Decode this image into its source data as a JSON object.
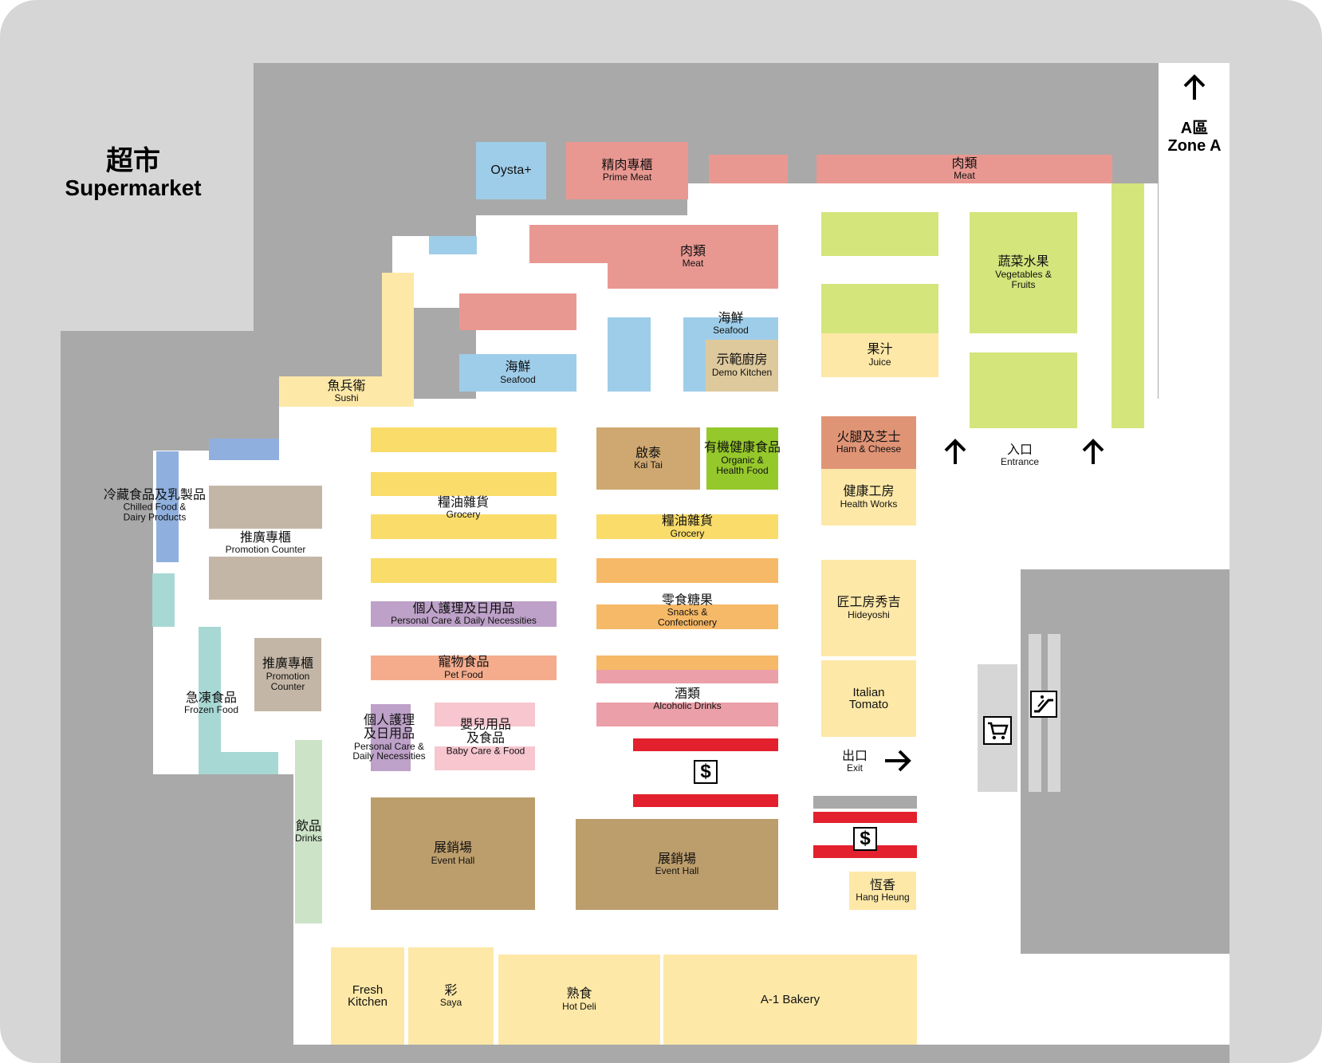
{
  "title": {
    "zh": "超市",
    "en": "Supermarket"
  },
  "zone_a": {
    "zh": "A區",
    "en": "Zone A"
  },
  "colors": {
    "outer": "#d6d6d6",
    "building": "#a9a9a9",
    "floor": "#ffffff",
    "meat": "#e99891",
    "seafood": "#9ecde9",
    "vegetables": "#d4e57c",
    "yellow_light": "#fde8a7",
    "grocery": "#f9dc6a",
    "snacks": "#f6b967",
    "personal_care": "#bda1c8",
    "pet_food": "#f4ac8d",
    "alcohol": "#eb9fa8",
    "baby": "#f7c6cf",
    "event_hall": "#bc9d6c",
    "kai_tai": "#cfa871",
    "organic": "#95c82b",
    "ham_cheese": "#e09476",
    "demo_kitchen": "#dec99d",
    "promotion": "#c4b6a6",
    "chilled": "#8fb0de",
    "frozen": "#a7d8d4",
    "drinks": "#cce3c7",
    "checkout_red": "#e3202e",
    "escalator_grey": "#d6d6d6"
  },
  "sections": {
    "oysta": {
      "en": "Oysta+"
    },
    "prime_meat": {
      "zh": "精肉專櫃",
      "en": "Prime Meat"
    },
    "meat_top": {
      "zh": "肉類",
      "en": "Meat"
    },
    "meat_center": {
      "zh": "肉類",
      "en": "Meat"
    },
    "seafood_left": {
      "zh": "海鮮",
      "en": "Seafood"
    },
    "seafood_center": {
      "zh": "海鮮",
      "en": "Seafood"
    },
    "demo_kitchen": {
      "zh": "示範廚房",
      "en": "Demo Kitchen"
    },
    "vegetables": {
      "zh": "蔬菜水果",
      "en": "Vegetables & Fruits"
    },
    "juice": {
      "zh": "果汁",
      "en": "Juice"
    },
    "sushi": {
      "zh": "魚兵衛",
      "en": "Sushi"
    },
    "chilled": {
      "zh": "冷藏食品及乳製品",
      "en": "Chilled Food & Dairy Products"
    },
    "promotion_1": {
      "zh": "推廣專櫃",
      "en": "Promotion Counter"
    },
    "promotion_2": {
      "zh": "推廣專櫃",
      "en": "Promotion Counter"
    },
    "frozen": {
      "zh": "急凍食品",
      "en": "Frozen Food"
    },
    "drinks": {
      "zh": "飲品",
      "en": "Drinks"
    },
    "grocery_left": {
      "zh": "糧油雜貨",
      "en": "Grocery"
    },
    "grocery_center": {
      "zh": "糧油雜貨",
      "en": "Grocery"
    },
    "personal_care_row": {
      "zh": "個人護理及日用品",
      "en": "Personal Care & Daily Necessities"
    },
    "personal_care_small": {
      "zh": "個人護理及日用品",
      "en": "Personal Care & Daily Necessities"
    },
    "pet_food": {
      "zh": "寵物食品",
      "en": "Pet Food"
    },
    "baby": {
      "zh": "嬰兒用品及食品",
      "en": "Baby Care & Food"
    },
    "kai_tai": {
      "zh": "啟泰",
      "en": "Kai Tai"
    },
    "organic": {
      "zh": "有機健康食品",
      "en": "Organic & Health Food"
    },
    "snacks": {
      "zh": "零食糖果",
      "en": "Snacks & Confectionery"
    },
    "alcohol": {
      "zh": "酒類",
      "en": "Alcoholic Drinks"
    },
    "ham_cheese": {
      "zh": "火腿及芝士",
      "en": "Ham & Cheese"
    },
    "health_works": {
      "zh": "健康工房",
      "en": "Health Works"
    },
    "hideyoshi": {
      "zh": "匠工房秀吉",
      "en": "Hideyoshi"
    },
    "italian_tomato": {
      "en": "Italian Tomato"
    },
    "event_hall_left": {
      "zh": "展銷場",
      "en": "Event Hall"
    },
    "event_hall_right": {
      "zh": "展銷場",
      "en": "Event Hall"
    },
    "hang_heung": {
      "zh": "恆香",
      "en": "Hang Heung"
    },
    "fresh_kitchen": {
      "en": "Fresh Kitchen"
    },
    "saya": {
      "zh": "彩",
      "en": "Saya"
    },
    "hot_deli": {
      "zh": "熟食",
      "en": "Hot Deli"
    },
    "a1_bakery": {
      "en": "A-1 Bakery"
    }
  },
  "entrance": {
    "zh": "入口",
    "en": "Entrance"
  },
  "exit": {
    "zh": "出口",
    "en": "Exit"
  },
  "icons": {
    "up_arrow": "arrow-up-icon",
    "right_arrow": "arrow-right-icon",
    "cashier": "dollar-sign-icon",
    "trolley": "shopping-cart-icon",
    "escalator": "escalator-icon"
  },
  "dollar_symbol": "$"
}
